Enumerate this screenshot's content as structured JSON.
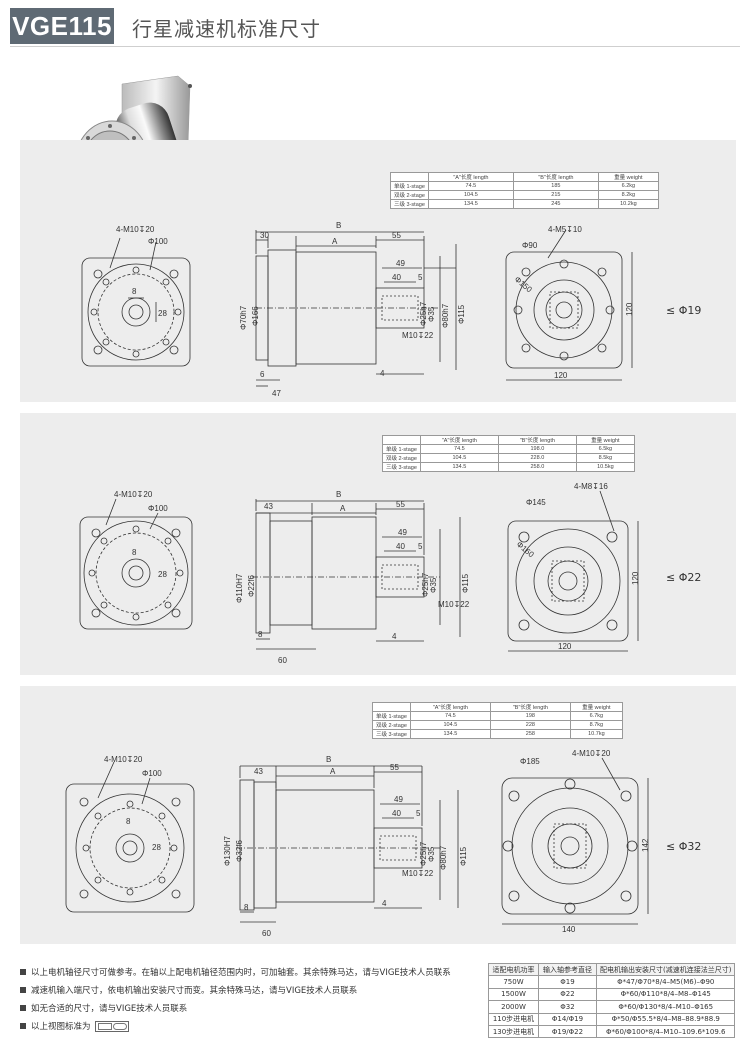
{
  "header": {
    "model": "VGE115",
    "title": "行星减速机标准尺寸"
  },
  "panels": [
    {
      "spec": {
        "headers": [
          "",
          "\"A\"长度 length",
          "\"B\"长度 length",
          "重量 weight"
        ],
        "rows": [
          [
            "单级 1-stage",
            "74.5",
            "185",
            "6.2kg"
          ],
          [
            "双级 2-stage",
            "104.5",
            "215",
            "8.2kg"
          ],
          [
            "三级 3-stage",
            "134.5",
            "245",
            "10.2kg"
          ]
        ]
      },
      "dims": {
        "front_hole": "4-M10↧20",
        "front_pcd": "Φ100",
        "key_w": "8",
        "key_h": "28",
        "flange_w": "30",
        "len_b": "B",
        "len_a": "A",
        "shaft_len": "55",
        "shaft_49": "49",
        "shaft_40": "40",
        "shaft_5": "5",
        "d1": "Φ70h7",
        "d2": "Φ166",
        "d3": "Φ25h7",
        "d4": "Φ35",
        "d5": "Φ80h7",
        "d6": "Φ115",
        "thread": "M10↧22",
        "bot_47": "47",
        "bot_6": "6",
        "bot_4": "4",
        "rear_hole": "4-M5↧10",
        "rear_pcd": "Φ90",
        "rear_d2": "Φ150",
        "rear_h": "120",
        "rear_w": "120"
      },
      "shaft": "≤ Φ19"
    },
    {
      "spec": {
        "headers": [
          "",
          "\"A\"长度 length",
          "\"B\"长度 length",
          "重量 weight"
        ],
        "rows": [
          [
            "单级 1-stage",
            "74.5",
            "198.0",
            "6.5kg"
          ],
          [
            "双级 2-stage",
            "104.5",
            "228.0",
            "8.5kg"
          ],
          [
            "三级 3-stage",
            "134.5",
            "258.0",
            "10.5kg"
          ]
        ]
      },
      "dims": {
        "front_hole": "4-M10↧20",
        "front_pcd": "Φ100",
        "key_w": "8",
        "key_h": "28",
        "flange_w": "43",
        "len_b": "B",
        "len_a": "A",
        "shaft_len": "55",
        "shaft_49": "49",
        "shaft_40": "40",
        "shaft_5": "5",
        "d1": "Φ110H7",
        "d2": "Φ22f6",
        "d3": "Φ25h7",
        "d4": "Φ35",
        "d5": "Φ80h7",
        "d6": "Φ115",
        "thread": "M10↧22",
        "bot_47": "60",
        "bot_6": "8",
        "bot_4": "4",
        "rear_hole": "4-M8↧16",
        "rear_pcd": "Φ145",
        "rear_d2": "Φ160",
        "rear_h": "120",
        "rear_w": "120"
      },
      "shaft": "≤ Φ22"
    },
    {
      "spec": {
        "headers": [
          "",
          "\"A\"长度 length",
          "\"B\"长度 length",
          "重量 weight"
        ],
        "rows": [
          [
            "单级 1-stage",
            "74.5",
            "198",
            "6.7kg"
          ],
          [
            "双级 2-stage",
            "104.5",
            "228",
            "8.7kg"
          ],
          [
            "三级 3-stage",
            "134.5",
            "258",
            "10.7kg"
          ]
        ]
      },
      "dims": {
        "front_hole": "4-M10↧20",
        "front_pcd": "Φ100",
        "key_w": "8",
        "key_h": "28",
        "flange_w": "43",
        "len_b": "B",
        "len_a": "A",
        "shaft_len": "55",
        "shaft_49": "49",
        "shaft_40": "40",
        "shaft_5": "5",
        "d1": "Φ130H7",
        "d2": "Φ32f6",
        "d3": "Φ25h7",
        "d4": "Φ35",
        "d5": "Φ80h7",
        "d6": "Φ115",
        "thread": "M10↧22",
        "bot_47": "60",
        "bot_6": "8",
        "bot_4": "4",
        "rear_hole": "4-M10↧20",
        "rear_pcd": "Φ185",
        "rear_d2": "",
        "rear_h": "142",
        "rear_w": "140"
      },
      "shaft": "≤ Φ32"
    }
  ],
  "notes": [
    "以上电机轴径尺寸可做参考。在轴以上配电机轴径范围内时，可加轴套。其余特殊马达，请与VIGE技术人员联系",
    "减速机输入端尺寸，依电机输出安装尺寸而变。其余特殊马达，请与VIGE技术人员联系",
    "如无合适的尺寸，请与VIGE技术人员联系",
    "以上视图标准为"
  ],
  "motor_table": {
    "headers": [
      "适配电机功率",
      "输入轴参考直径",
      "配电机输出安装尺寸(减速机连接法兰尺寸)"
    ],
    "rows": [
      [
        "750W",
        "Φ19",
        "Φ*47/Φ70*8/4–M5(M6)–Φ90"
      ],
      [
        "1500W",
        "Φ22",
        "Φ*60/Φ110*8/4–M8–Φ145"
      ],
      [
        "2000W",
        "Φ32",
        "Φ*60/Φ130*8/4–M10–Φ165"
      ],
      [
        "110步进电机",
        "Φ14/Φ19",
        "Φ*50/Φ55.5*8/4–M8–88.9*88.9"
      ],
      [
        "130步进电机",
        "Φ19/Φ22",
        "Φ*60/Φ100*8/4–M10–109.6*109.6"
      ]
    ]
  }
}
